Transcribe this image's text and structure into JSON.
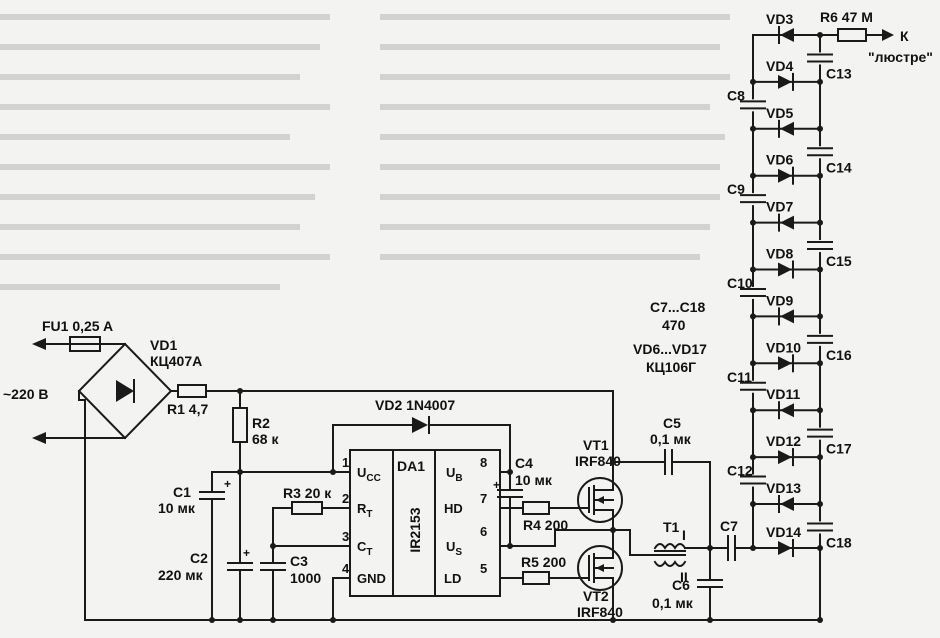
{
  "power": {
    "fuse": "FU1 0,25 A",
    "bridge_ref": "VD1",
    "bridge_type": "КЦ407А",
    "mains": "~220 В"
  },
  "r1": "R1 4,7",
  "r2_ref": "R2",
  "r2_val": "68 к",
  "r3": "R3 20 к",
  "r4": "R4 200",
  "r5": "R5 200",
  "r6": "R6 47 М",
  "c1_ref": "C1",
  "c1_val": "10 мк",
  "c2_ref": "C2",
  "c2_val": "220 мк",
  "c3_ref": "C3",
  "c3_val": "1000",
  "c4_ref": "C4",
  "c4_val": "10 мк",
  "c5_ref": "C5",
  "c5_val": "0,1 мк",
  "c6_ref": "C6",
  "c6_val": "0,1 мк",
  "c7_ref": "C7",
  "vd2": "VD2 1N4007",
  "chip": {
    "ref": "DA1",
    "type": "IR2153",
    "pins_left": [
      {
        "num": "1",
        "name": "U",
        "sub": "CC"
      },
      {
        "num": "2",
        "name": "R",
        "sub": "T"
      },
      {
        "num": "3",
        "name": "C",
        "sub": "T"
      },
      {
        "num": "4",
        "name": "GND",
        "sub": ""
      }
    ],
    "pins_right": [
      {
        "num": "8",
        "name": "U",
        "sub": "B"
      },
      {
        "num": "7",
        "name": "HD",
        "sub": ""
      },
      {
        "num": "6",
        "name": "U",
        "sub": "S"
      },
      {
        "num": "5",
        "name": "LD",
        "sub": ""
      }
    ]
  },
  "vt1_ref": "VT1",
  "vt1_type": "IRF840",
  "vt2_ref": "VT2",
  "vt2_type": "IRF840",
  "t1": {
    "ref": "T1",
    "w1": "I",
    "w2": "II"
  },
  "multiplier": {
    "diodes": [
      "VD3",
      "VD4",
      "VD5",
      "VD6",
      "VD7",
      "VD8",
      "VD9",
      "VD10",
      "VD11",
      "VD12",
      "VD13",
      "VD14"
    ],
    "caps_left": [
      "C8",
      "C9",
      "C10",
      "C11",
      "C12"
    ],
    "caps_right": [
      "C13",
      "C14",
      "C15",
      "C16",
      "C17",
      "C18"
    ]
  },
  "notes": {
    "caps_range": "C7...C18",
    "caps_value": "470",
    "diodes_range": "VD6...VD17",
    "diodes_type": "КЦ106Г"
  },
  "output": {
    "k": "К",
    "target": "\"люстре\""
  }
}
